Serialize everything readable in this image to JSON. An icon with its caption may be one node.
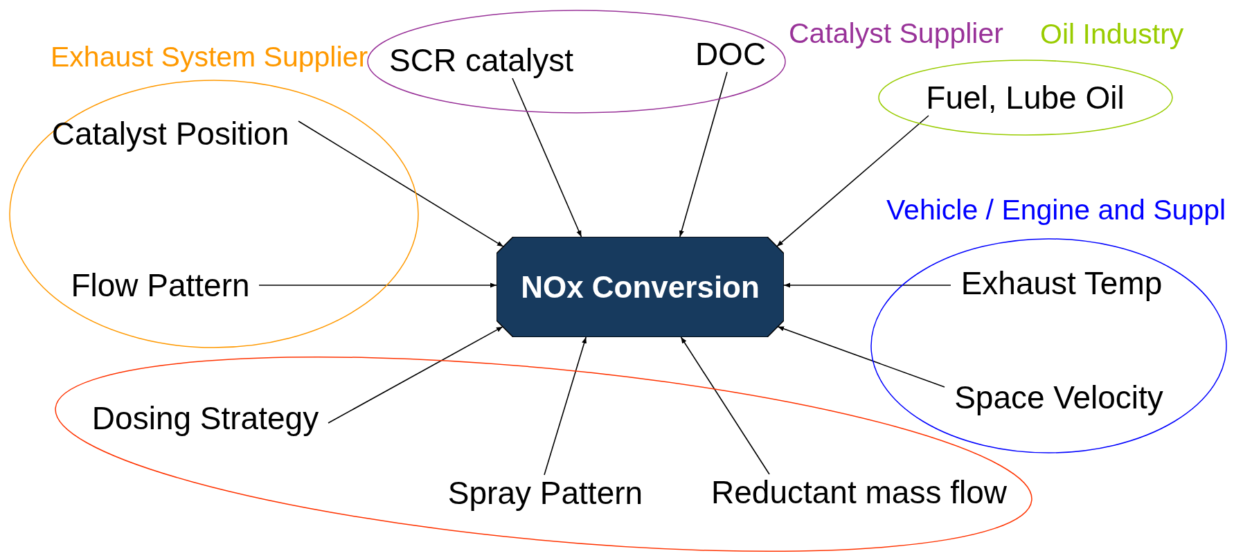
{
  "diagram": {
    "nodes": [
      {
        "text": [
          "Exhaust System Supplier"
        ]
      },
      {
        "text": [
          "Catalyst Position"
        ],
        "in": 0
      },
      {
        "text": [
          "Flow Pattern"
        ],
        "in": 0
      },
      {
        "text": [
          "Catalyst Supplier"
        ]
      },
      {
        "text": [
          "SCR catalyst"
        ],
        "in": 3
      },
      {
        "text": [
          "DOC"
        ],
        "in": 3
      },
      {
        "text": [
          "Oil Industry"
        ]
      },
      {
        "text": [
          "Fuel, Lube Oil"
        ],
        "in": 6
      },
      {
        "text": [
          "Vehicle / Engine and Suppl"
        ]
      },
      {
        "text": [
          "Exhaust Temp"
        ],
        "in": 8
      },
      {
        "text": [
          "Space Velocity"
        ],
        "in": 8
      },
      {
        "text": [
          "NOx Conversion"
        ]
      },
      {
        "text": [],
        "shape": "ellipse"
      },
      {
        "text": [
          "Dosing Strategy"
        ],
        "in": 12
      },
      {
        "text": [
          "Spray Pattern"
        ],
        "in": 12
      },
      {
        "text": [
          "Reductant mass flow"
        ],
        "in": 12
      }
    ],
    "edges": [
      {
        "from": 1,
        "to": 11,
        "arrow": "to"
      },
      {
        "from": 4,
        "to": 11,
        "arrow": "to"
      },
      {
        "from": 5,
        "to": 11,
        "arrow": "to"
      },
      {
        "from": 7,
        "to": 11,
        "arrow": "to"
      },
      {
        "from": 2,
        "to": 11,
        "arrow": "to"
      },
      {
        "from": 9,
        "to": 11,
        "arrow": "to"
      },
      {
        "from": 10,
        "to": 11,
        "arrow": "to"
      },
      {
        "from": 13,
        "to": 11,
        "arrow": "to"
      },
      {
        "from": 14,
        "to": 11,
        "arrow": "to"
      },
      {
        "from": 15,
        "to": 11,
        "arrow": "to"
      }
    ]
  }
}
